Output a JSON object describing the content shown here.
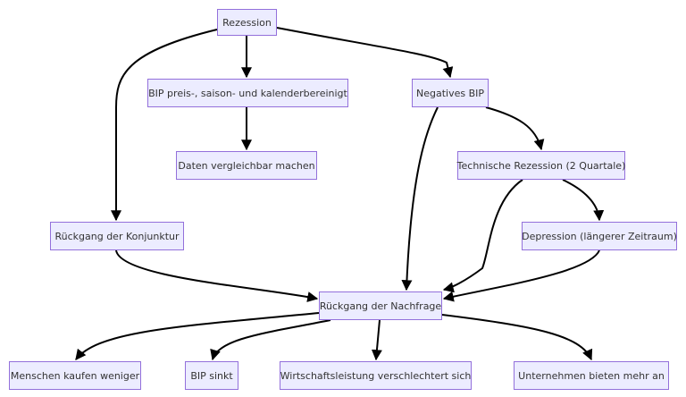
{
  "nodes": {
    "rezession": "Rezession",
    "bip_bereinigt": "BIP preis-, saison- und kalenderbereinigt",
    "negatives_bip": "Negatives BIP",
    "daten": "Daten vergleichbar machen",
    "technische": "Technische Rezession (2 Quartale)",
    "konjunktur": "Rückgang der Konjunktur",
    "depression": "Depression (längerer Zeitraum)",
    "nachfrage": "Rückgang der Nachfrage",
    "kaufen": "Menschen kaufen weniger",
    "bip_sinkt": "BIP sinkt",
    "wirtschaft": "Wirtschaftsleistung verschlechtert sich",
    "unternehmen": "Unternehmen bieten mehr an"
  },
  "edges": [
    {
      "from": "rezession",
      "to": "bip_bereinigt"
    },
    {
      "from": "rezession",
      "to": "konjunktur"
    },
    {
      "from": "rezession",
      "to": "negatives_bip"
    },
    {
      "from": "bip_bereinigt",
      "to": "daten"
    },
    {
      "from": "negatives_bip",
      "to": "technische"
    },
    {
      "from": "negatives_bip",
      "to": "nachfrage"
    },
    {
      "from": "technische",
      "to": "depression"
    },
    {
      "from": "technische",
      "to": "nachfrage"
    },
    {
      "from": "konjunktur",
      "to": "nachfrage"
    },
    {
      "from": "depression",
      "to": "nachfrage"
    },
    {
      "from": "nachfrage",
      "to": "kaufen"
    },
    {
      "from": "nachfrage",
      "to": "bip_sinkt"
    },
    {
      "from": "nachfrage",
      "to": "wirtschaft"
    },
    {
      "from": "nachfrage",
      "to": "unternehmen"
    }
  ],
  "colors": {
    "node_fill": "#ececff",
    "node_border": "#9370db",
    "edge": "#000000",
    "text": "#333333"
  }
}
